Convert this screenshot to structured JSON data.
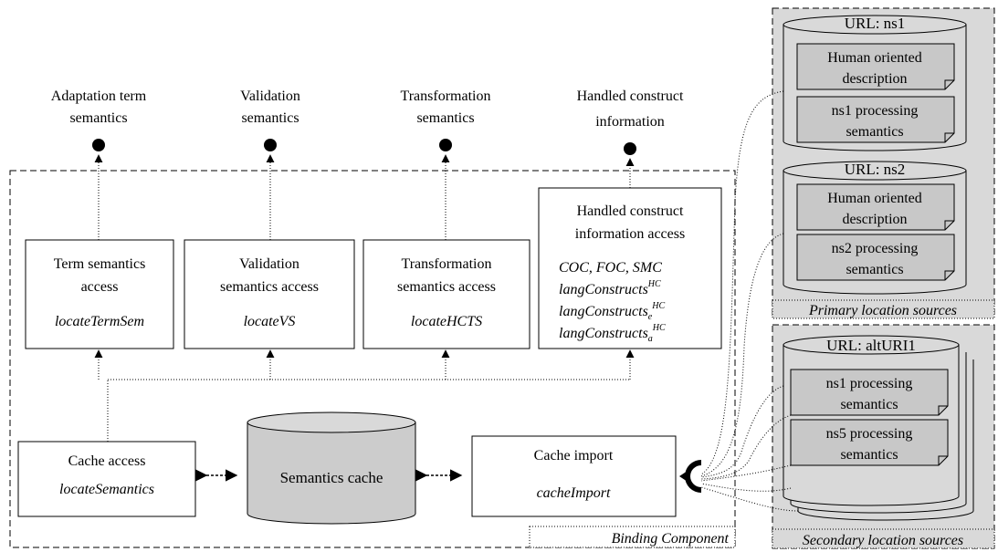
{
  "interfaces": {
    "adaptation": [
      "Adaptation term",
      "semantics"
    ],
    "validation": [
      "Validation",
      "semantics"
    ],
    "transformation": [
      "Transformation",
      "semantics"
    ],
    "handled": [
      "Handled construct",
      "information"
    ]
  },
  "components": {
    "term": {
      "title": [
        "Term semantics",
        "access"
      ],
      "method": "locateTermSem"
    },
    "validation": {
      "title": [
        "Validation",
        "semantics access"
      ],
      "method": "locateVS"
    },
    "transformation": {
      "title": [
        "Transformation",
        "semantics access"
      ],
      "method": "locateHCTS"
    },
    "handled": {
      "title": [
        "Handled construct",
        "information access"
      ],
      "methods": "COC, FOC, SMC",
      "lang_base": "langConstructs",
      "lang_sup": "HC",
      "lang_sub_e": "e",
      "lang_sub_a": "a"
    },
    "cache_access": {
      "title": "Cache access",
      "method": "locateSemantics"
    },
    "semantics_cache": "Semantics cache",
    "cache_import": {
      "title": "Cache import",
      "method": "cacheImport"
    }
  },
  "binding_label": "Binding Component",
  "sources": {
    "primary_label": "Primary location sources",
    "secondary_label": "Secondary location sources",
    "ns1": {
      "url": "URL: ns1",
      "doc1": [
        "Human oriented",
        "description"
      ],
      "doc2": [
        "ns1 processing",
        "semantics"
      ]
    },
    "ns2": {
      "url": "URL: ns2",
      "doc1": [
        "Human oriented",
        "description"
      ],
      "doc2": [
        "ns2 processing",
        "semantics"
      ]
    },
    "alt": {
      "url": "URL: altURI1",
      "doc1": [
        "ns1 processing",
        "semantics"
      ],
      "doc2": [
        "ns5 processing",
        "semantics"
      ]
    }
  },
  "colors": {
    "panel_fill": "#d9d9d9",
    "cache_fill": "#cccccc",
    "doc_fill": "#c8c8c8",
    "line": "#000000"
  }
}
